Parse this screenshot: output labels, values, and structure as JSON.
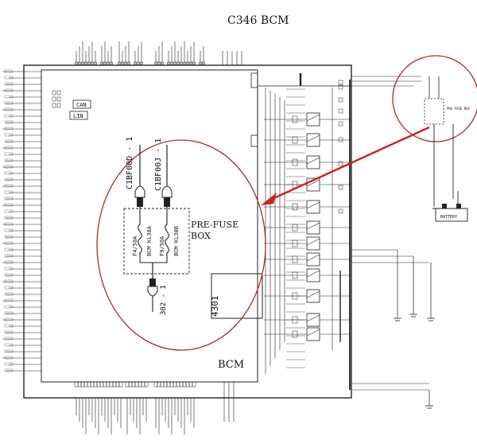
{
  "diagram": {
    "title": "C346 BCM",
    "module_label": "BCM",
    "prefuse_label_line1": "PRE-FUSE",
    "prefuse_label_line2": "BOX",
    "connector_left": "C1BF00D - 1",
    "connector_right": "C1BF00J - 1",
    "fuse_left_a": "F4/50A",
    "fuse_left_b": "BCM KL30A",
    "fuse_right_a": "F9/50A",
    "fuse_right_b": "BCM KL30B",
    "bottom_connector": "302 - 1",
    "ground_box": "4301",
    "can_label": "CAN",
    "lin_label": "LIN",
    "battery_label": "BATTERY",
    "prefuse_box_small": "PRE-FUSE BOX"
  },
  "colors": {
    "line": "#222222",
    "highlight": "#b02a2a",
    "arrow": "#cc1f1f"
  }
}
